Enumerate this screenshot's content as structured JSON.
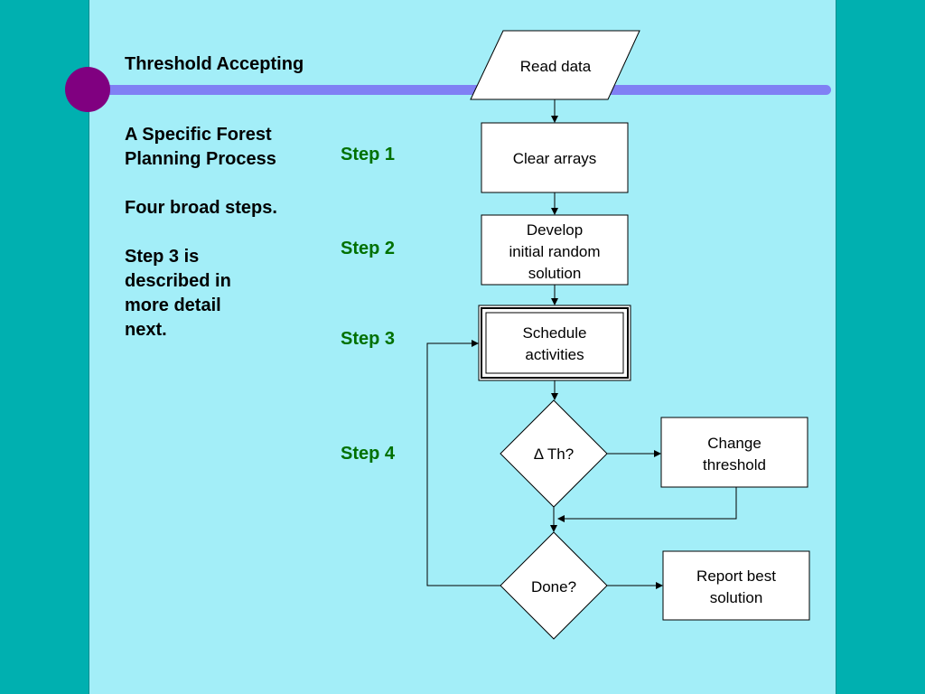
{
  "slide": {
    "title": "Threshold Accepting",
    "subtitle_lines": [
      "A Specific Forest",
      "Planning Process"
    ],
    "broad_steps": "Four broad steps.",
    "detail_lines": [
      "Step 3 is",
      "described in",
      "more detail",
      "next."
    ]
  },
  "steps": [
    "Step 1",
    "Step 2",
    "Step 3",
    "Step 4"
  ],
  "flowchart": {
    "read_data": "Read data",
    "clear_arrays": "Clear arrays",
    "develop": [
      "Develop",
      "initial random",
      "solution"
    ],
    "schedule": [
      "Schedule",
      "activities"
    ],
    "delta_th": "Δ Th?",
    "change_threshold": [
      "Change",
      "threshold"
    ],
    "done": "Done?",
    "report": [
      "Report best",
      "solution"
    ]
  },
  "colors": {
    "teal": "#00b0b0",
    "panel": "#a3eef8",
    "bar": "#8080f4",
    "dot": "#800080",
    "step_green": "#007000"
  }
}
